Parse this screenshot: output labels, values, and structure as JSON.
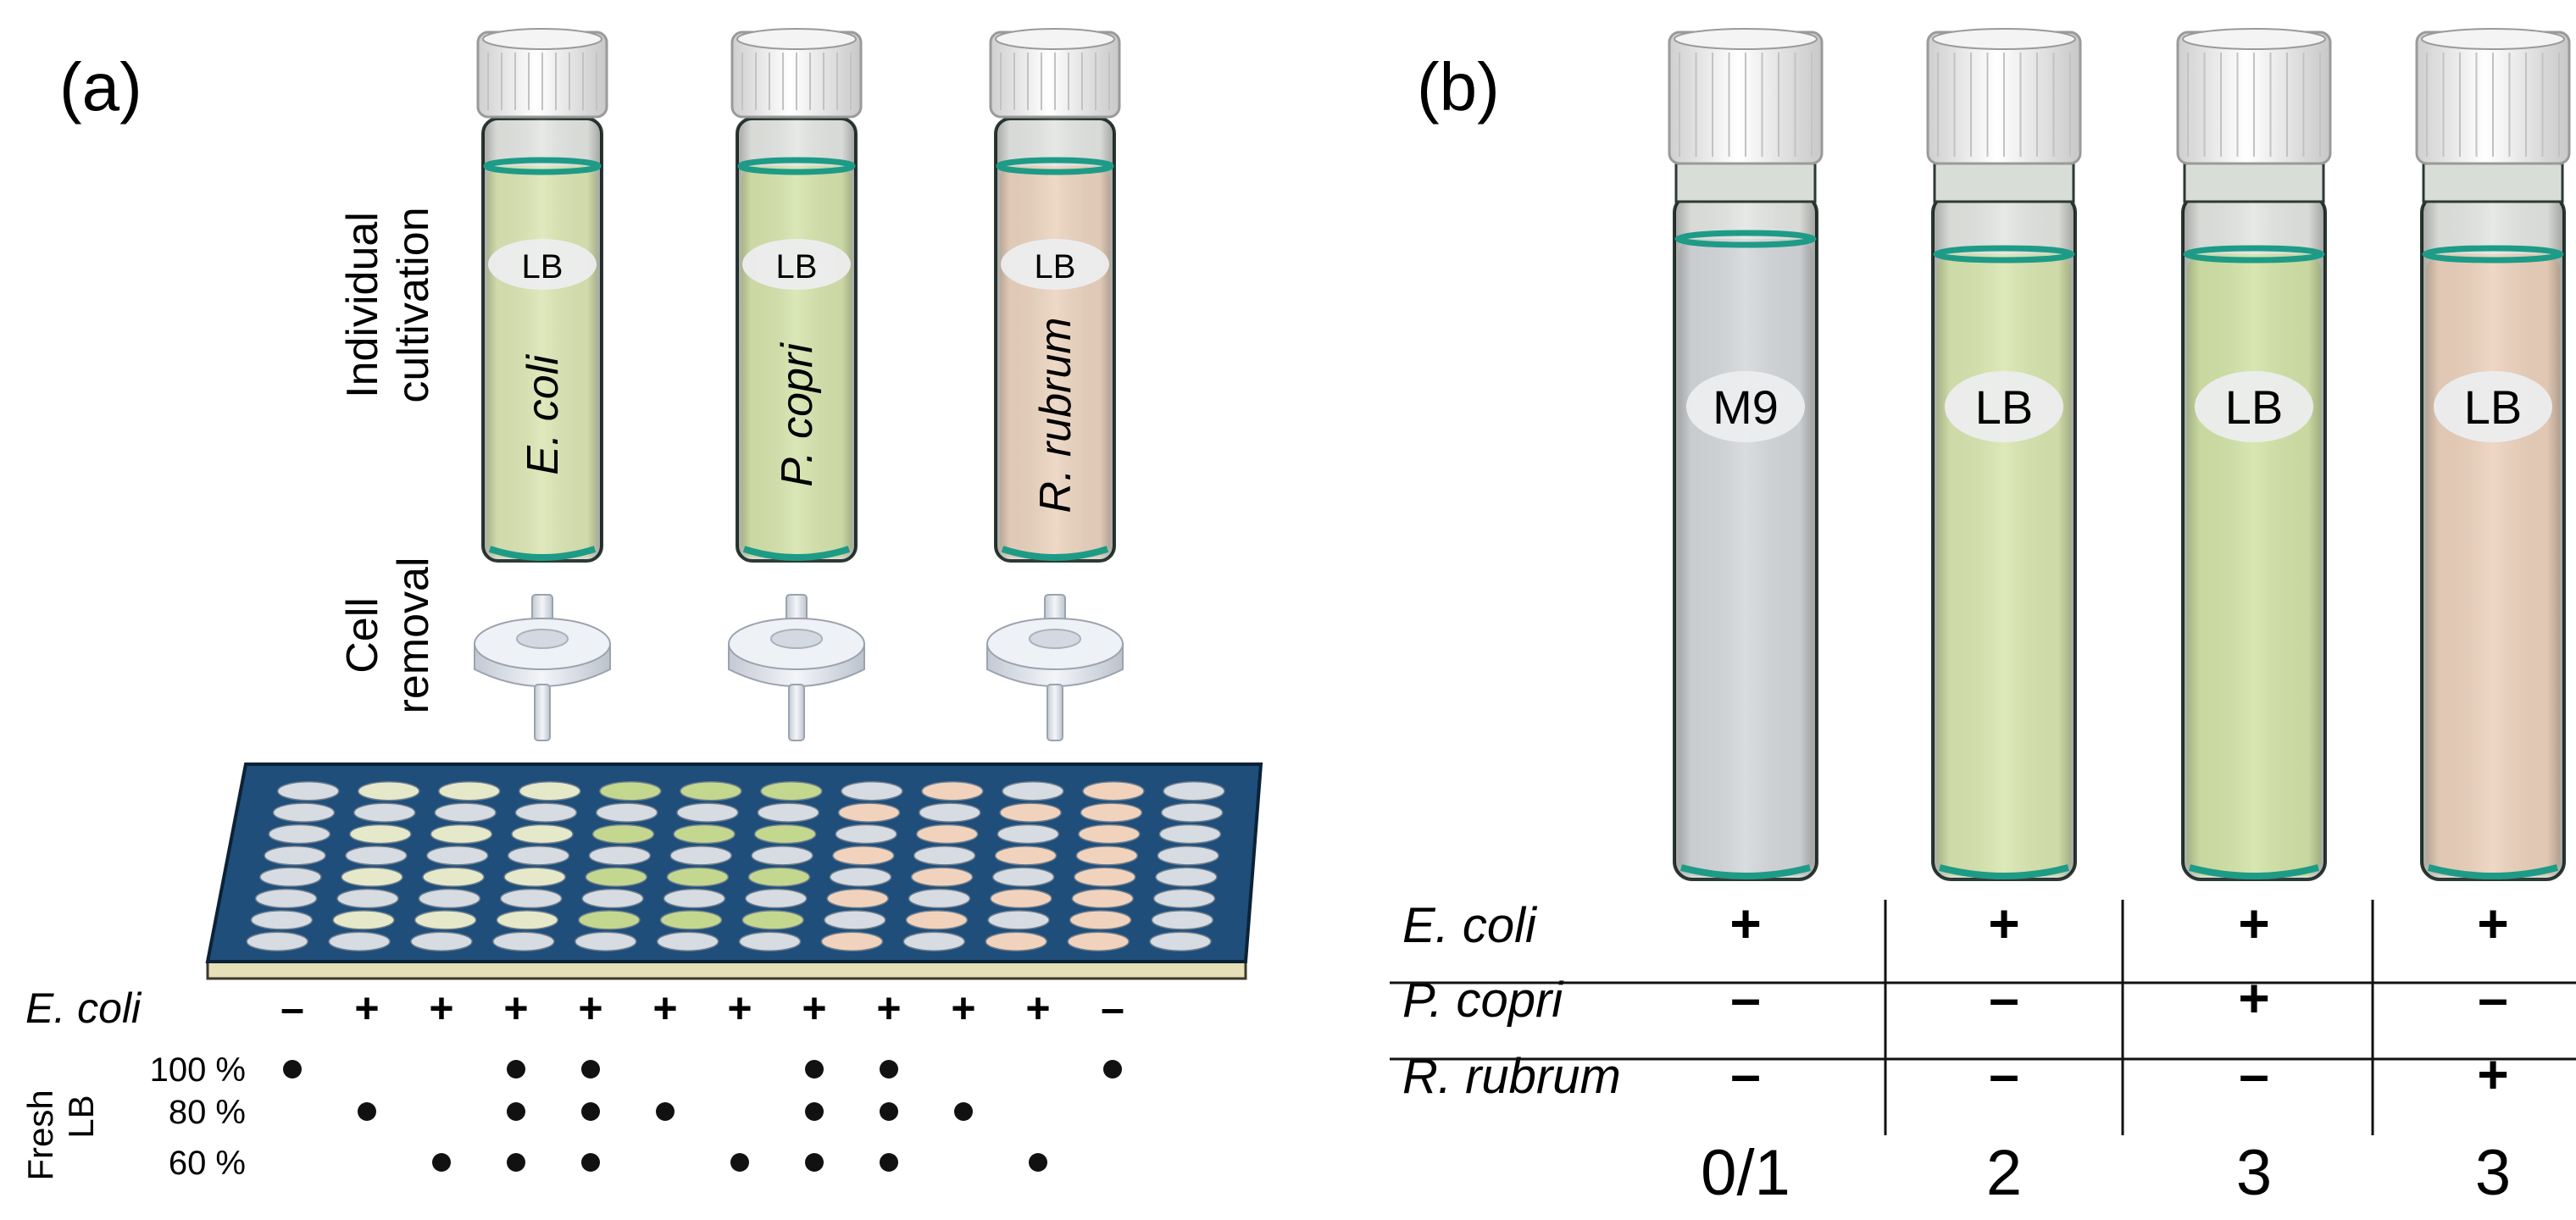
{
  "panel_a": {
    "label": "(a)",
    "side_labels": {
      "cultivation_line1": "Individual",
      "cultivation_line2": "cultivation",
      "removal_line1": "Cell",
      "removal_line2": "removal"
    },
    "vials": [
      {
        "medium": "LB",
        "organism": "E. coli",
        "liquid": "#dbe6b4"
      },
      {
        "medium": "LB",
        "organism": "P. copri",
        "liquid": "#d6e4ad"
      },
      {
        "medium": "LB",
        "organism": "R. rubrum",
        "liquid": "#ecd4c0"
      }
    ],
    "plate": {
      "rows": 8,
      "cols": 12,
      "frame": "#1f4e7a",
      "well_empty": "#d7dbe2",
      "well_green": "#c4d78f",
      "well_pale": "#e6e9c9",
      "well_peach": "#f1d3bd"
    },
    "table": {
      "row_label": "E. coli",
      "fresh_label_line1": "Fresh",
      "fresh_label_line2": "LB",
      "ecoli_signs": [
        "–",
        "+",
        "+",
        "+",
        "+",
        "+",
        "+",
        "+",
        "+",
        "+",
        "+",
        "–"
      ],
      "dot_rows": [
        {
          "label": "100 %",
          "dots": [
            true,
            false,
            false,
            true,
            true,
            false,
            false,
            true,
            true,
            false,
            false,
            true
          ]
        },
        {
          "label": "80 %",
          "dots": [
            false,
            true,
            false,
            true,
            true,
            true,
            false,
            true,
            true,
            true,
            false,
            false
          ]
        },
        {
          "label": "60 %",
          "dots": [
            false,
            false,
            true,
            true,
            true,
            false,
            true,
            true,
            true,
            false,
            true,
            false
          ]
        }
      ]
    }
  },
  "panel_b": {
    "label": "(b)",
    "tubes": [
      {
        "medium": "M9",
        "liquid": "#d5d8db",
        "score": "0/1"
      },
      {
        "medium": "LB",
        "liquid": "#d9e6b0",
        "score": "2"
      },
      {
        "medium": "LB",
        "liquid": "#d3e4a8",
        "score": "3"
      },
      {
        "medium": "LB",
        "liquid": "#ecd2bd",
        "score": "3"
      }
    ],
    "rows": [
      {
        "label": "E. coli",
        "signs": [
          "+",
          "+",
          "+",
          "+"
        ]
      },
      {
        "label": "P. copri",
        "signs": [
          "–",
          "–",
          "+",
          "–"
        ]
      },
      {
        "label": "R. rubrum",
        "signs": [
          "–",
          "–",
          "–",
          "+"
        ]
      }
    ]
  },
  "colors": {
    "cap": "#f4f4f4",
    "cap_edge": "#9a9a9a",
    "rim": "#1e9b86",
    "glass_edge": "#2c3a34",
    "filter": "#e6eaf0"
  }
}
